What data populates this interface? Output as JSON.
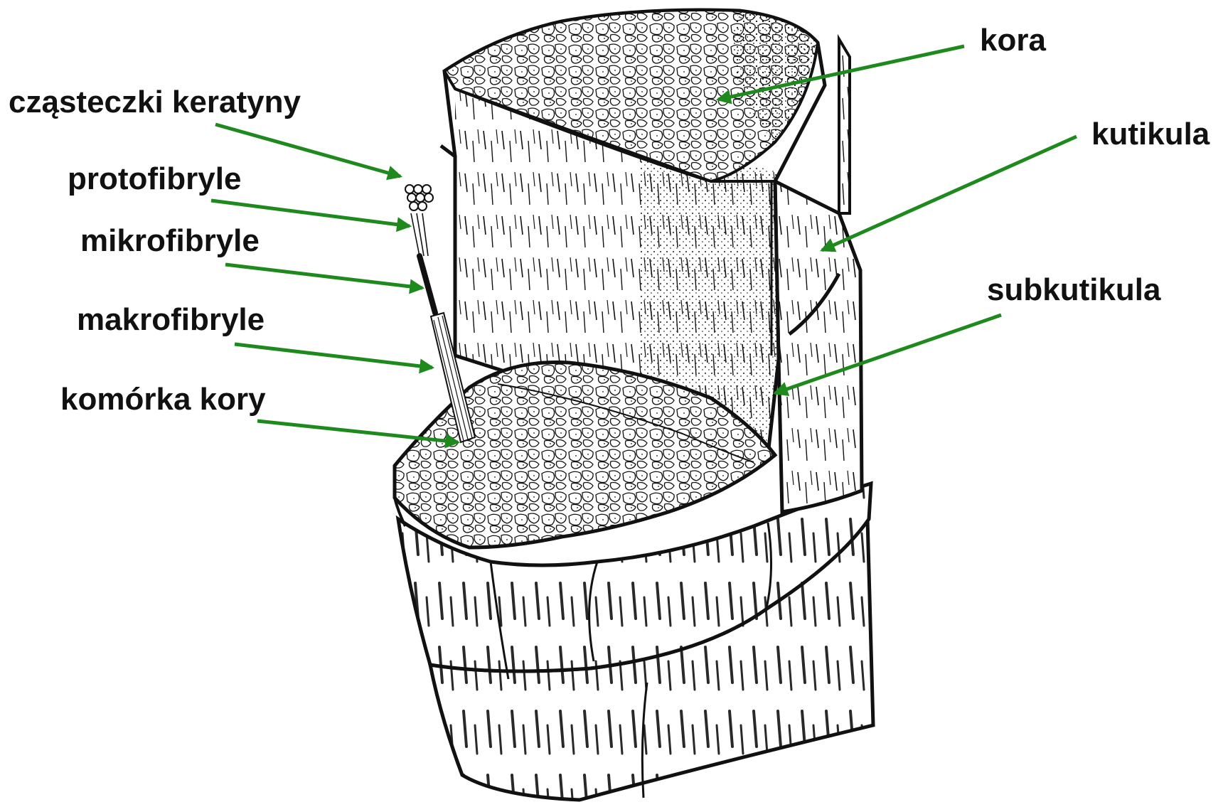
{
  "diagram": {
    "labels": {
      "keratin_molecules": "cząsteczki keratyny",
      "protofibrils": "protofibryle",
      "microfibrils": "mikrofibryle",
      "macrofibrils": "makrofibryle",
      "cortex_cell": "komórka kory",
      "cortex": "kora",
      "cuticle": "kutikula",
      "subcuticle": "subkutikula"
    },
    "colors": {
      "arrow": "#1e8a1e",
      "ink": "#111111",
      "background": "#ffffff"
    }
  }
}
